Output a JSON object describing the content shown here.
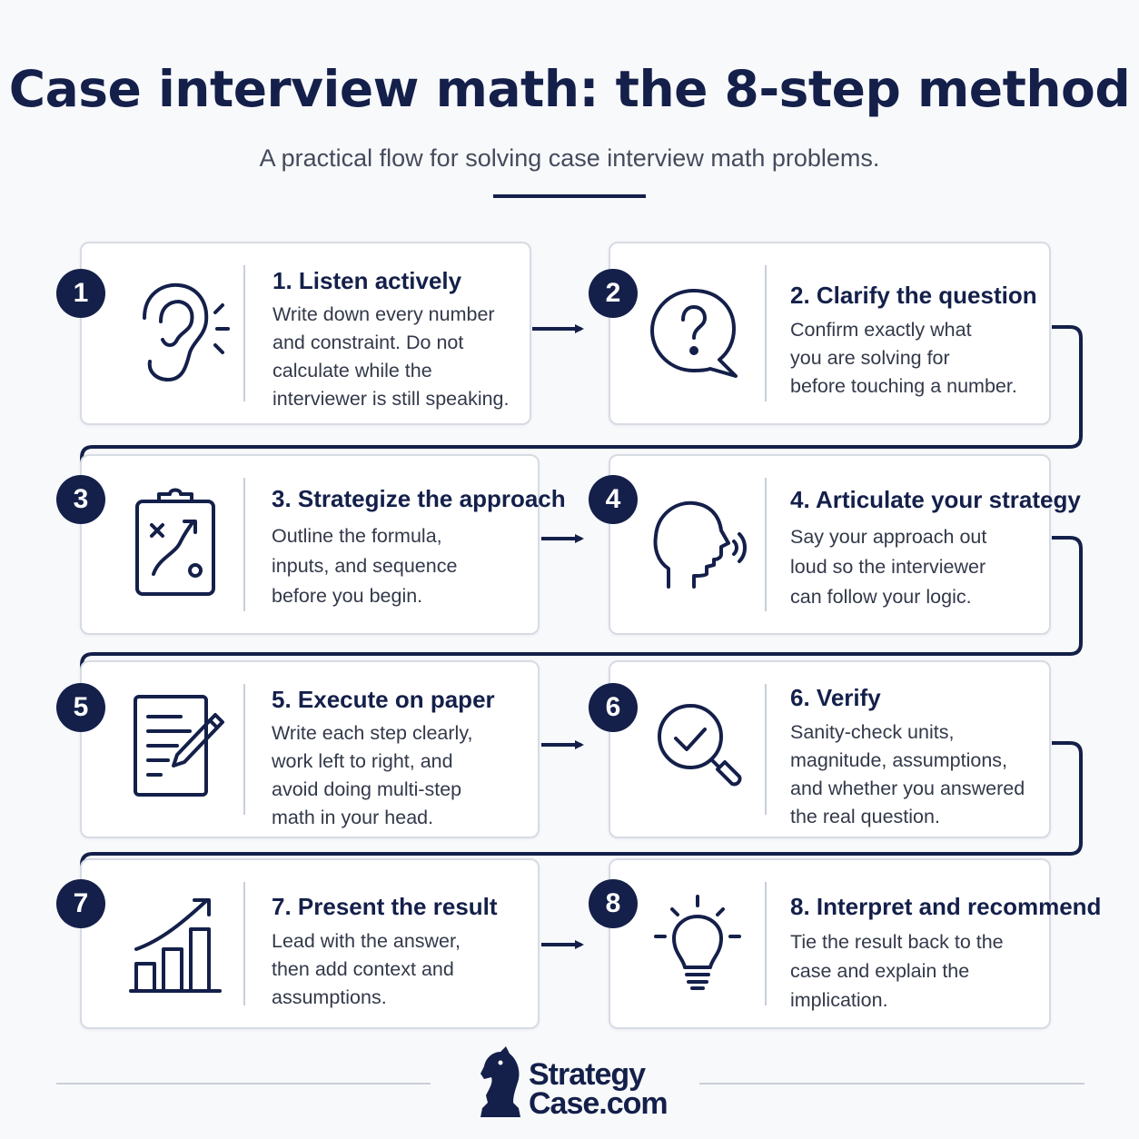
{
  "title": "Case interview math: the 8-step method",
  "subtitle": "A practical flow for solving case interview math problems.",
  "steps": [
    {
      "number": "1",
      "title": "1. Listen actively",
      "description": "Write down every number\nand constraint. Do not\ncalculate while the\ninterviewer is still speaking.",
      "icon": "ear-icon"
    },
    {
      "number": "2",
      "title": "2. Clarify the question",
      "description": "Confirm exactly what\nyou are solving for\nbefore touching a number.",
      "icon": "question-bubble-icon"
    },
    {
      "number": "3",
      "title": "3. Strategize the approach",
      "description": "Outline the formula,\ninputs, and sequence\nbefore you begin.",
      "icon": "clipboard-strategy-icon"
    },
    {
      "number": "4",
      "title": "4. Articulate your strategy",
      "description": "Say your approach out\nloud so the interviewer\ncan follow your logic.",
      "icon": "speaking-head-icon"
    },
    {
      "number": "5",
      "title": "5. Execute on paper",
      "description": "Write each step clearly,\nwork left to right, and\navoid doing multi-step\nmath in your head.",
      "icon": "paper-pencil-icon"
    },
    {
      "number": "6",
      "title": "6. Verify",
      "description": "Sanity-check units,\nmagnitude, assumptions,\nand whether you answered\nthe real question.",
      "icon": "magnifier-check-icon"
    },
    {
      "number": "7",
      "title": "7. Present the result",
      "description": "Lead with the answer,\nthen add context and\nassumptions.",
      "icon": "growth-chart-icon"
    },
    {
      "number": "8",
      "title": "8. Interpret and recommend",
      "description": "Tie the result back to the\ncase and explain the\nimplication.",
      "icon": "lightbulb-icon"
    }
  ],
  "brand": {
    "line1": "Strategy",
    "line2": "Case.com",
    "icon": "knight-chess-icon"
  },
  "colors": {
    "primary": "#14204a",
    "card_border": "#d7dbe4",
    "background": "#f8f9fb",
    "text": "#33394a"
  }
}
